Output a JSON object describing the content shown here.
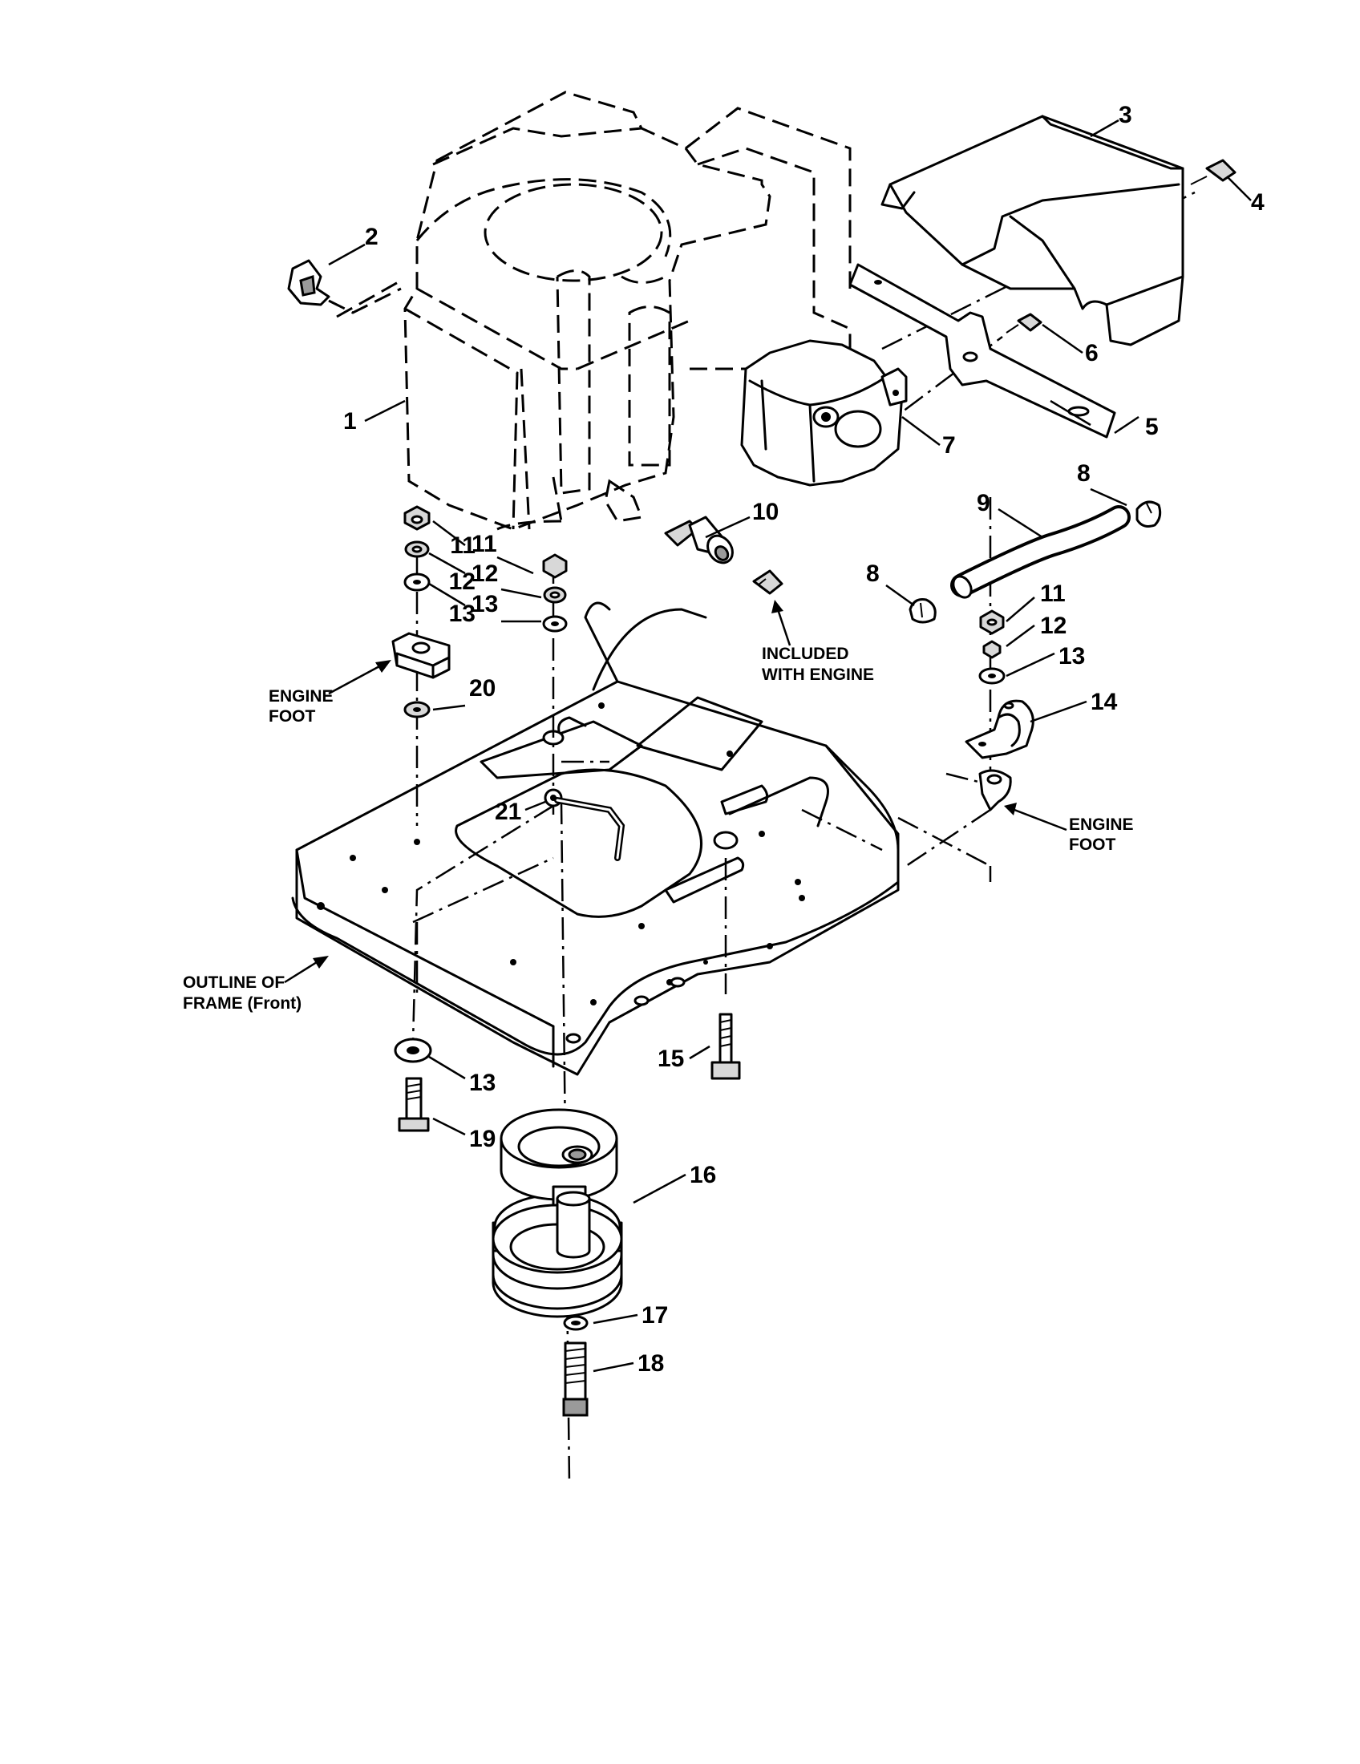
{
  "callouts": [
    "1",
    "2",
    "3",
    "4",
    "5",
    "6",
    "7",
    "8",
    "8",
    "9",
    "10",
    "11",
    "12",
    "13",
    "11",
    "12",
    "13",
    "20",
    "21",
    "11",
    "12",
    "13",
    "14",
    "13",
    "19",
    "15",
    "16",
    "17",
    "18"
  ],
  "notes": {
    "included_line1": "INCLUDED",
    "included_line2": "WITH ENGINE",
    "engine_foot_left_line1": "ENGINE",
    "engine_foot_left_line2": "FOOT",
    "engine_foot_right_line1": "ENGINE",
    "engine_foot_right_line2": "FOOT",
    "frame_line1": "OUTLINE OF",
    "frame_line2": "FRAME (Front)"
  }
}
